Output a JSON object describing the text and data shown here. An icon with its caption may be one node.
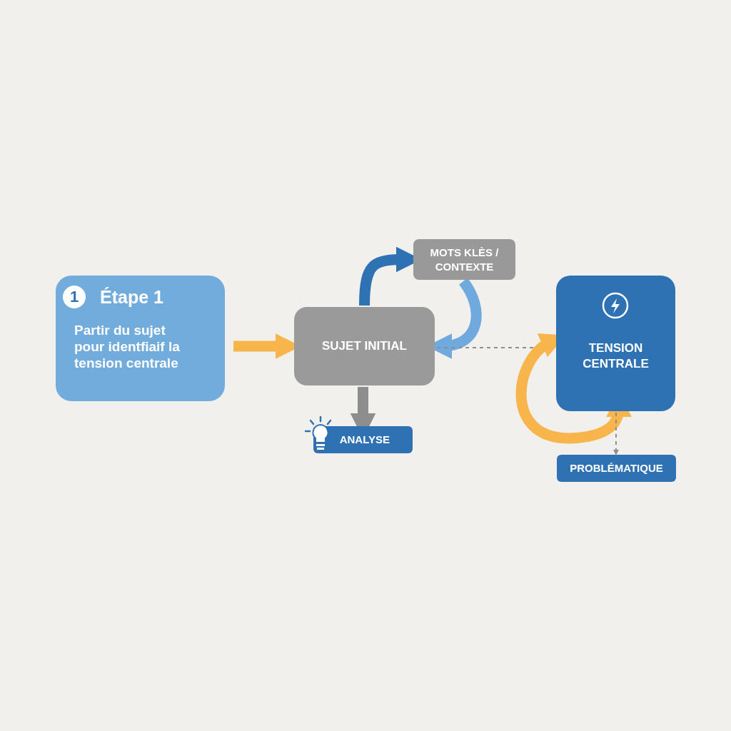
{
  "diagram": {
    "nodes": [
      {
        "text": [
          "1",
          "Étape 1",
          "Partir du sujet pour identfiaif la tension centrale"
        ]
      },
      {
        "text": [
          "SUJET INITIAL"
        ]
      },
      {
        "text": [
          "MOTS KLÈS / CONTEXTE"
        ]
      },
      {
        "text": [
          "ANALYSE"
        ]
      },
      {
        "text": [
          "TENSION CENTRALE"
        ]
      },
      {
        "text": [
          "PROBLÉMATIQUE"
        ]
      }
    ],
    "edges": [
      {
        "from": 0,
        "to": 1,
        "arrow": "to",
        "color": "#f7b54c"
      },
      {
        "from": 1,
        "to": 2,
        "arrow": "to",
        "color": "#2f72b4"
      },
      {
        "from": 2,
        "to": 1,
        "arrow": "to",
        "color": "#6fa9dd"
      },
      {
        "from": 1,
        "to": 3,
        "arrow": "to"
      },
      {
        "from": 1,
        "to": 4,
        "arrow": "none",
        "style": "dashed"
      },
      {
        "from": 4,
        "to": 4,
        "arrow": "both",
        "color": "#f7b54c"
      },
      {
        "from": 4,
        "to": 5,
        "arrow": "to",
        "style": "dashed"
      }
    ]
  }
}
